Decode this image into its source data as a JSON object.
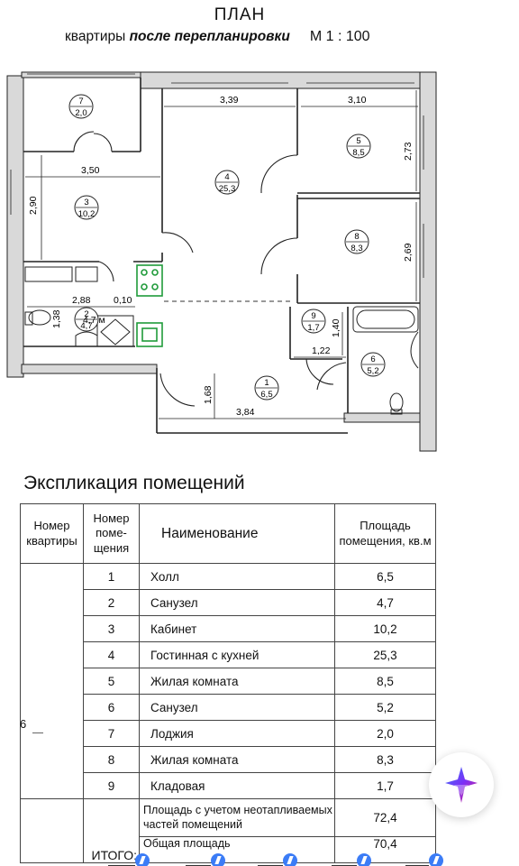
{
  "header": {
    "title": "ПЛАН",
    "subtitle_prefix": "квартиры ",
    "subtitle_emph": "после перепланировки",
    "scale": "М  1 : 100"
  },
  "plan": {
    "rooms": [
      {
        "no": "7",
        "area": "2,0"
      },
      {
        "no": "4",
        "area": "25,3"
      },
      {
        "no": "5",
        "area": "8,5"
      },
      {
        "no": "3",
        "area": "10,2"
      },
      {
        "no": "8",
        "area": "8,3"
      },
      {
        "no": "2",
        "area": "4,7"
      },
      {
        "no": "9",
        "area": "1,7"
      },
      {
        "no": "6",
        "area": "5,2"
      },
      {
        "no": "1",
        "area": "6,5"
      }
    ],
    "dims": [
      "3,39",
      "3,10",
      "2,73",
      "3,50",
      "2,90",
      "2,69",
      "2,88",
      "0,10",
      "1,38",
      "4,7 м",
      "1,40",
      "1,22",
      "1,68",
      "3,84"
    ]
  },
  "explication": {
    "title": "Экспликация помещений",
    "headers": {
      "apt": "Номер квартиры",
      "room": "Номер поме-щения",
      "name": "Наименование",
      "area": "Площадь помещения, кв.м"
    },
    "apt_number": "6",
    "rows": [
      {
        "no": "1",
        "name": "Холл",
        "area": "6,5"
      },
      {
        "no": "2",
        "name": "Санузел",
        "area": "4,7"
      },
      {
        "no": "3",
        "name": "Кабинет",
        "area": "10,2"
      },
      {
        "no": "4",
        "name": "Гостинная с кухней",
        "area": "25,3"
      },
      {
        "no": "5",
        "name": "Жилая комната",
        "area": "8,5"
      },
      {
        "no": "6",
        "name": "Санузел",
        "area": "5,2"
      },
      {
        "no": "7",
        "name": "Лоджия",
        "area": "2,0"
      },
      {
        "no": "8",
        "name": "Жилая комната",
        "area": "8,3"
      },
      {
        "no": "9",
        "name": "Кладовая",
        "area": "1,7"
      }
    ],
    "total": {
      "label": "ИТОГО:",
      "line1_name": "Площадь с учетом неотапливаемых частей помещений",
      "line1_value": "72,4",
      "line2_name": "Общая площадь",
      "line2_value": "70,4"
    }
  },
  "icons": {
    "chat_button": "sparkle-chat-icon",
    "bottom": "lightning-badge-icon"
  },
  "colors": {
    "accent_blue": "#3b7cf6",
    "accent_purple": "#7b2ff7",
    "wall_fill": "#d9d9d9",
    "fixture_green": "#1f9b3a"
  }
}
